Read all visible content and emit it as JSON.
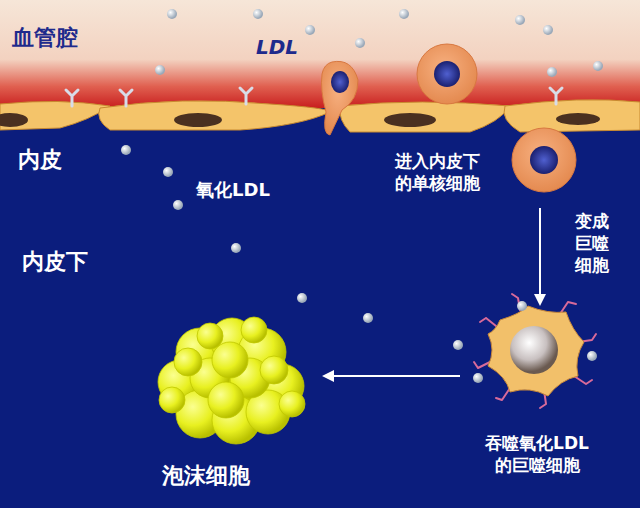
{
  "diagram": {
    "labels": [
      "血管腔",
      "LDL",
      "内皮",
      "氧化LDL",
      "内皮下",
      "进入内皮下 的单核细胞",
      "变成 巨噬 细胞",
      "泡沫细胞",
      "吞噬氧化LDL 的巨噬细胞"
    ]
  }
}
